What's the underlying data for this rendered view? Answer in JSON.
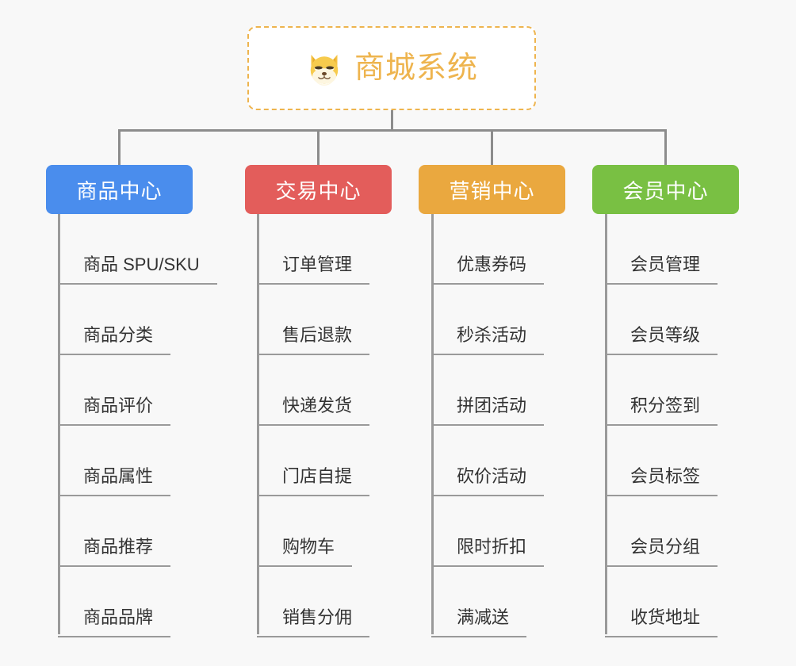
{
  "diagram": {
    "background_color": "#f8f8f8",
    "line_color": "#8c8c8c",
    "root": {
      "title": "商城系统",
      "icon": "shiba-dog-face-emoji",
      "text_color": "#eeb44e",
      "border_color": "#eeb44e",
      "background_color": "#ffffff"
    },
    "columns": [
      {
        "header": "商品中心",
        "color": "#4a8ded",
        "items": [
          "商品 SPU/SKU",
          "商品分类",
          "商品评价",
          "商品属性",
          "商品推荐",
          "商品品牌"
        ]
      },
      {
        "header": "交易中心",
        "color": "#e35d5b",
        "items": [
          "订单管理",
          "售后退款",
          "快递发货",
          "门店自提",
          "购物车",
          "销售分佣"
        ]
      },
      {
        "header": "营销中心",
        "color": "#eaa83f",
        "items": [
          "优惠券码",
          "秒杀活动",
          "拼团活动",
          "砍价活动",
          "限时折扣",
          "满减送"
        ]
      },
      {
        "header": "会员中心",
        "color": "#79c043",
        "items": [
          "会员管理",
          "会员等级",
          "积分签到",
          "会员标签",
          "会员分组",
          "收货地址"
        ]
      }
    ]
  }
}
